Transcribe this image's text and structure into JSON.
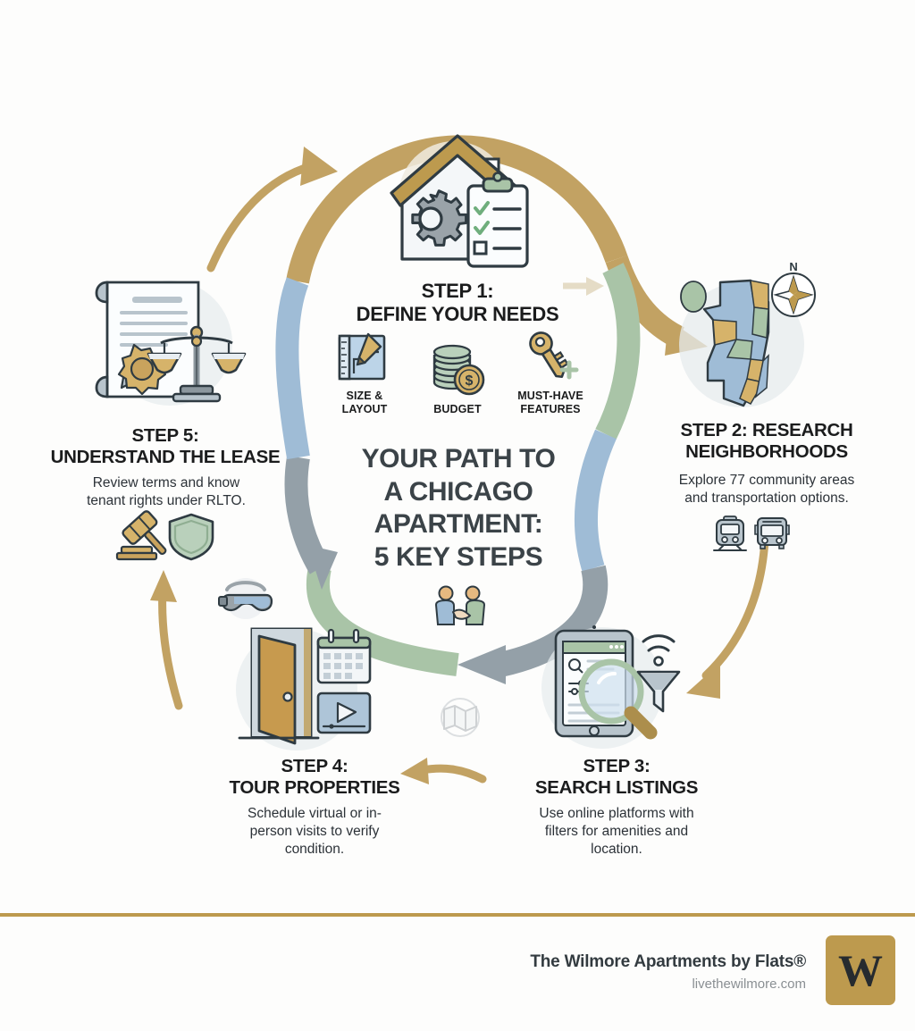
{
  "center": {
    "title_lines": [
      "YOUR PATH TO",
      "A CHICAGO",
      "APARTMENT:",
      "5 KEY STEPS"
    ],
    "title": "YOUR PATH TO A CHICAGO APARTMENT: 5 KEY STEPS"
  },
  "steps": [
    {
      "id": "step1",
      "head_lines": [
        "STEP 1:",
        "DEFINE YOUR NEEDS"
      ],
      "label": "STEP 1:",
      "title": "DEFINE YOUR NEEDS",
      "body": "",
      "icons": [
        {
          "name": "blueprint-icon",
          "caption_lines": [
            "SIZE &",
            "LAYOUT"
          ],
          "caption": "SIZE & LAYOUT"
        },
        {
          "name": "coins-dollar-icon",
          "caption_lines": [
            "BUDGET",
            ""
          ],
          "caption": "BUDGET"
        },
        {
          "name": "key-plus-icon",
          "caption_lines": [
            "MUST-HAVE",
            "FEATURES"
          ],
          "caption": "MUST-HAVE FEATURES"
        }
      ]
    },
    {
      "id": "step2",
      "head_lines": [
        "STEP 2: RESEARCH",
        "NEIGHBORHOODS"
      ],
      "label": "STEP 2:",
      "title": "RESEARCH NEIGHBORHOODS",
      "body_lines": [
        "Explore 77 community areas",
        "and transportation options."
      ],
      "body": "Explore 77 community areas and transportation options.",
      "icons": [
        "chicago-map-icon",
        "compass-icon",
        "train-icon",
        "bus-icon"
      ]
    },
    {
      "id": "step3",
      "head_lines": [
        "STEP 3:",
        "SEARCH LISTINGS"
      ],
      "label": "STEP 3:",
      "title": "SEARCH LISTINGS",
      "body_lines": [
        "Use online platforms with",
        "filters for amenities and",
        "location."
      ],
      "body": "Use online platforms with filters for amenities and location.",
      "icons": [
        "tablet-icon",
        "magnifier-icon",
        "wifi-icon",
        "funnel-icon"
      ]
    },
    {
      "id": "step4",
      "head_lines": [
        "STEP 4:",
        "TOUR PROPERTIES"
      ],
      "label": "STEP 4:",
      "title": "TOUR PROPERTIES",
      "body_lines": [
        "Schedule virtual or in-",
        "person visits to verify",
        "condition."
      ],
      "body": "Schedule virtual or in-person visits to verify condition.",
      "icons": [
        "open-door-icon",
        "calendar-icon",
        "video-player-icon",
        "vr-headset-icon"
      ]
    },
    {
      "id": "step5",
      "head_lines": [
        "STEP 5:",
        "UNDERSTAND THE LEASE"
      ],
      "label": "STEP 5:",
      "title": "UNDERSTAND THE LEASE",
      "body_lines": [
        "Review terms and know",
        "tenant rights under RLTO."
      ],
      "body": "Review terms and know tenant rights under RLTO.",
      "icons": [
        "lease-scroll-icon",
        "scales-of-justice-icon",
        "gavel-icon",
        "shield-icon"
      ]
    }
  ],
  "decor": {
    "center_icon": "house-gear-clipboard-icon",
    "handshake_icon": "handshake-icon",
    "map_fold_icon": "folded-map-icon"
  },
  "footer": {
    "brand": "The Wilmore Apartments by Flats®",
    "url": "livethewilmore.com",
    "logo_letter": "W"
  },
  "colors": {
    "gold": "#bd9a4e",
    "tan_ribbon": "#c2a263",
    "blue_ribbon": "#9fbcd6",
    "green_ribbon": "#a9c4a7",
    "gray_ribbon": "#94a0a8",
    "ink": "#1b1c1d",
    "body_text": "#2c3238",
    "title_text": "#3b4348",
    "url_text": "#8a8f93",
    "background": "#fdfdfc"
  }
}
